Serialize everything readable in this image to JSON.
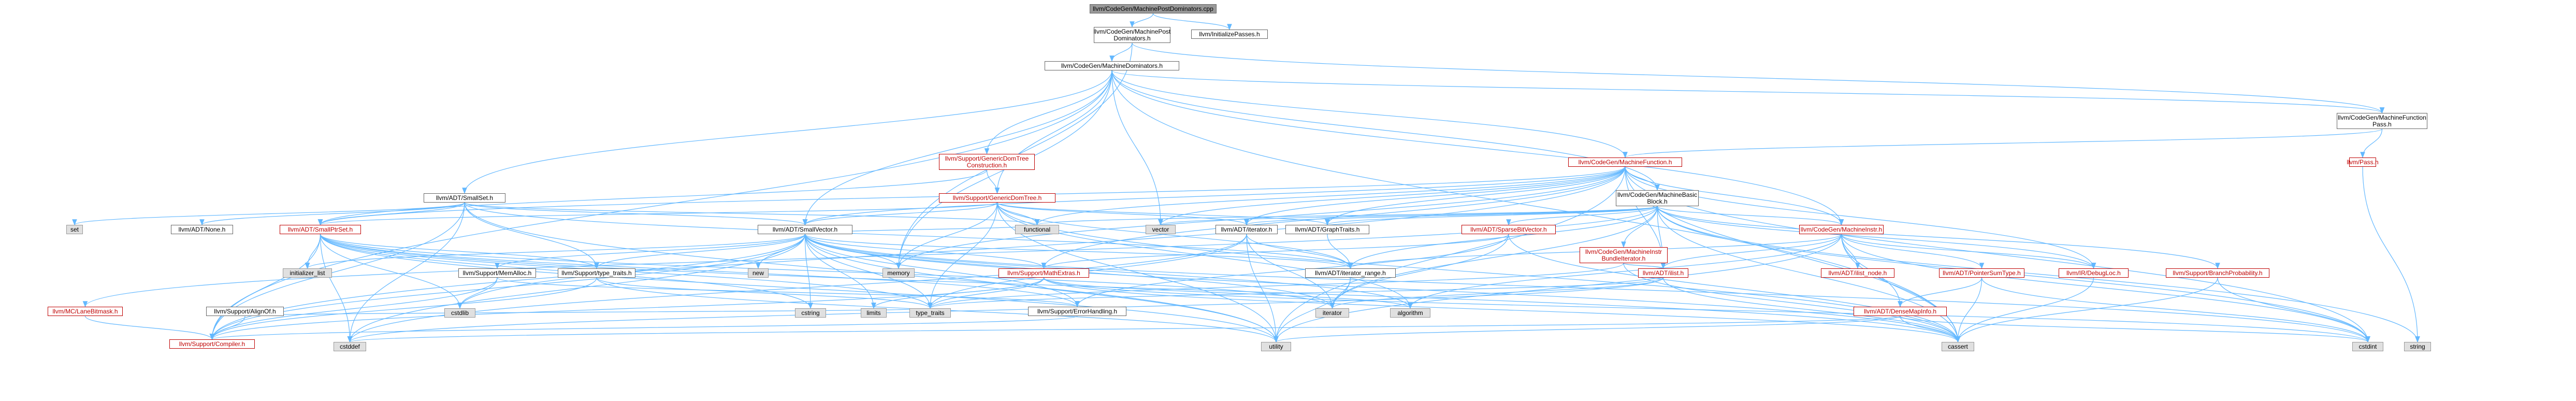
{
  "colors": {
    "edge": "#63b8ff",
    "normal_border": "#666666",
    "linked_red": "#bf0000",
    "stdlib_fill": "#e0e0e0",
    "root_fill": "#999999",
    "background": "#ffffff"
  },
  "nodes": {
    "root": "llvm/CodeGen/MachinePostDominators.cpp",
    "mpd_h": "llvm/CodeGen/MachinePost\nDominators.h",
    "init_passes": "llvm/InitializePasses.h",
    "mdom_h": "llvm/CodeGen/MachineDominators.h",
    "mfp_h": "llvm/CodeGen/MachineFunction\nPass.h",
    "mf_h": "llvm/CodeGen/MachineFunction.h",
    "pass_h": "llvm/Pass.h",
    "gdtc_h": "llvm/Support/GenericDomTree\nConstruction.h",
    "gdt_h": "llvm/Support/GenericDomTree.h",
    "smallset_h": "llvm/ADT/SmallSet.h",
    "mbb_h": "llvm/CodeGen/MachineBasic\nBlock.h",
    "set": "set",
    "adt_none": "llvm/ADT/None.h",
    "smallptrset": "llvm/ADT/SmallPtrSet.h",
    "smallvector": "llvm/ADT/SmallVector.h",
    "functional": "functional",
    "vector": "vector",
    "adt_iterator": "llvm/ADT/iterator.h",
    "graphtraits": "llvm/ADT/GraphTraits.h",
    "sparsebv": "llvm/ADT/SparseBitVector.h",
    "mibi": "llvm/CodeGen/MachineInstr\nBundleIterator.h",
    "minstr": "llvm/CodeGen/MachineInstr.h",
    "initializer_list": "initializer_list",
    "new": "new",
    "memory": "memory",
    "memalloc": "llvm/Support/MemAlloc.h",
    "typetraits": "llvm/Support/type_traits.h",
    "mathextras": "llvm/Support/MathExtras.h",
    "iter_range": "llvm/ADT/iterator_range.h",
    "ilist": "llvm/ADT/ilist.h",
    "ilist_node": "llvm/ADT/ilist_node.h",
    "ptrsumtype": "llvm/ADT/PointerSumType.h",
    "debugloc": "llvm/IR/DebugLoc.h",
    "branchprob": "llvm/Support/BranchProbability.h",
    "lanebitmask": "llvm/MC/LaneBitmask.h",
    "cstdlib": "cstdlib",
    "alignof": "llvm/Support/AlignOf.h",
    "cstring": "cstring",
    "limits": "limits",
    "type_traits": "type_traits",
    "errorhandling": "llvm/Support/ErrorHandling.h",
    "iterator": "iterator",
    "algorithm": "algorithm",
    "densemapinfo": "llvm/ADT/DenseMapInfo.h",
    "compiler": "llvm/Support/Compiler.h",
    "cstddef": "cstddef",
    "utility": "utility",
    "cassert": "cassert",
    "cstdint": "cstdint",
    "string": "string"
  }
}
